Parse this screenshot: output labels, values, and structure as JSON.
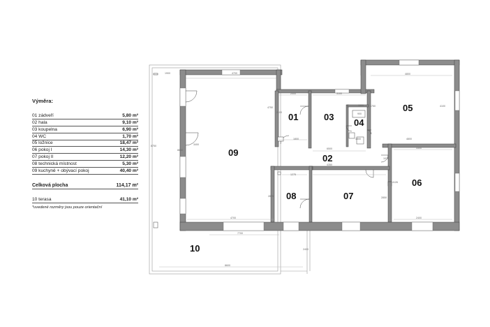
{
  "area_table": {
    "title": "Výměra:",
    "rows": [
      {
        "label": "01 zádveří",
        "value": "5,80 m²"
      },
      {
        "label": "02 hala",
        "value": "9,10 m²"
      },
      {
        "label": "03 koupelna",
        "value": "6,90 m²"
      },
      {
        "label": "04 WC",
        "value": "1,70 m²"
      },
      {
        "label": "05 ložnice",
        "value": "18,47 m²"
      },
      {
        "label": "06 pokoj I",
        "value": "14,30 m²"
      },
      {
        "label": "07 pokoj II",
        "value": "12,20 m²"
      },
      {
        "label": "08 technická místnost",
        "value": "5,30 m²"
      },
      {
        "label": "09 kuchyně + obývací pokoj",
        "value": "40,40 m²"
      }
    ],
    "total": {
      "label": "Celková plocha",
      "value": "114,17 m²"
    },
    "terrace": {
      "label": "10 terasa",
      "value": "41,10 m²"
    },
    "note": "*uvedené rozměry jsou pouze orientační"
  },
  "plan": {
    "room_labels": {
      "r01": "01",
      "r02": "02",
      "r03": "03",
      "r04": "04",
      "r05": "05",
      "r06": "06",
      "r07": "07",
      "r08": "08",
      "r09": "09",
      "r10": "10"
    },
    "dimensions": {
      "d1900": "1900",
      "d4700": "4700",
      "d2000": "2000",
      "d3100": "3100",
      "d4800": "4800",
      "d4750": "4750",
      "d4700b": "4700",
      "d4800b": "4800",
      "d8750": "8750",
      "d8650": "8650",
      "d3400": "3400",
      "d6500": "6500",
      "d3300": "3300",
      "d1275": "1275",
      "d4350": "4350",
      "d2100": "2100",
      "d2875": "2875",
      "d2850": "2850",
      "d7700": "7700",
      "d8600": "8600",
      "d2400": "2400",
      "d1800": "1800",
      "d1800b": "1800",
      "d1950": "1950",
      "d900": "900",
      "d4100": "4100",
      "d4126": "4126",
      "d2400b": "2400",
      "d4750b": "4750",
      "d1075": "1075"
    }
  }
}
